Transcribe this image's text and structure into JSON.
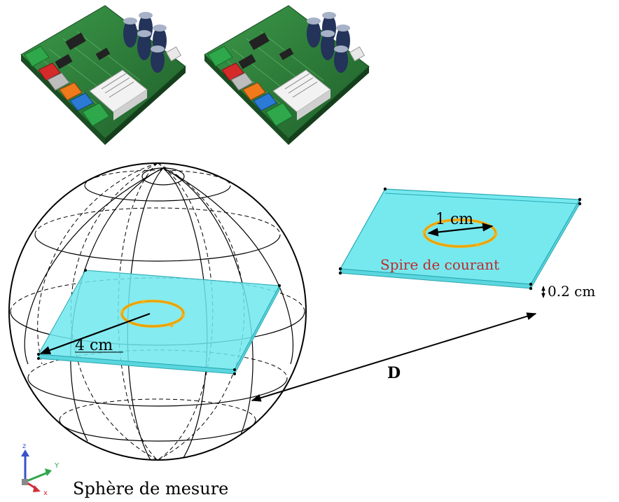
{
  "labels": {
    "big_radius": "4 cm",
    "loop_diameter": "1 cm",
    "loop_name": "Spire de courant",
    "thickness": "0.2 cm",
    "distance": "D",
    "sphere_name": "Sphère de mesure"
  },
  "axes": {
    "z": "z",
    "y": "Y",
    "x": "x"
  },
  "colors": {
    "plate_fill": "#6fe8ee",
    "plate_fill_light": "#9ff1f4",
    "plate_edge": "#2aa7b2",
    "loop": "#f2b51c",
    "loop_dark": "#d99000",
    "red_label": "#c0282a",
    "axis_z": "#3a52c9",
    "axis_y": "#2fa64a",
    "axis_x": "#d0303a",
    "pcb_green": "#2f7d3a"
  },
  "icons": [
    "circuit-board-photo",
    "circuit-board-photo",
    "axis-triad-icon"
  ]
}
